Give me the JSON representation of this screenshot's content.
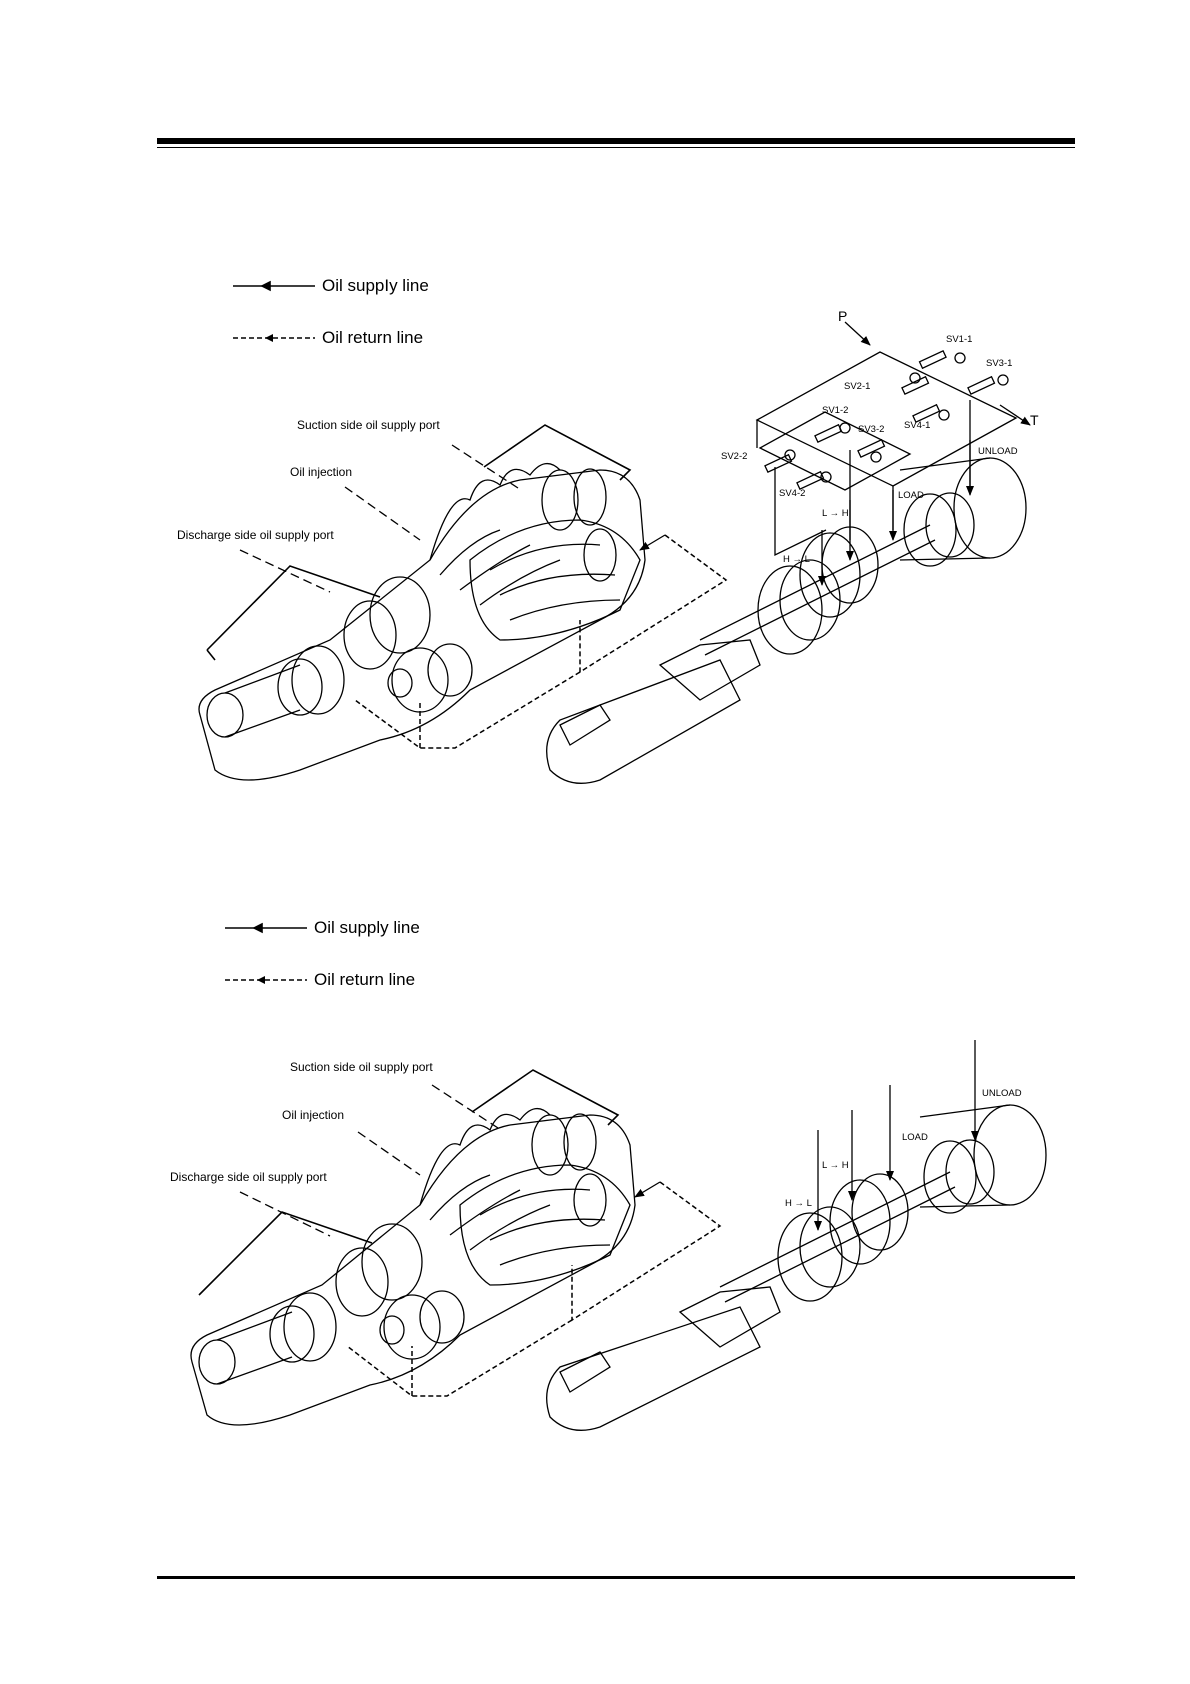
{
  "figure_top": {
    "legend": {
      "supply": "Oil suppIy line",
      "return": "Oil return line"
    },
    "labels": {
      "suction": "Suction side oil supply port",
      "injection": "Oil injection",
      "discharge": "Discharge side oil supply port"
    },
    "valve": {
      "p": "P",
      "t": "T",
      "sv1_1": "SV1-1",
      "sv3_1": "SV3-1",
      "sv2_1": "SV2-1",
      "sv4_1": "SV4-1",
      "sv1_2": "SV1-2",
      "sv3_2": "SV3-2",
      "sv2_2": "SV2-2",
      "sv4_2": "SV4-2",
      "unload": "UNLOAD",
      "load": "LOAD",
      "l_to_h": "L → H",
      "h_to_l": "H → L"
    }
  },
  "figure_bottom": {
    "legend": {
      "supply": "Oil supply line",
      "return": "Oil return line"
    },
    "labels": {
      "suction": "Suction side oil supply port",
      "injection": "Oil injection",
      "discharge": "Discharge side oil supply port"
    },
    "valve": {
      "unload": "UNLOAD",
      "load": "LOAD",
      "l_to_h": "L → H",
      "h_to_l": "H → L"
    }
  }
}
